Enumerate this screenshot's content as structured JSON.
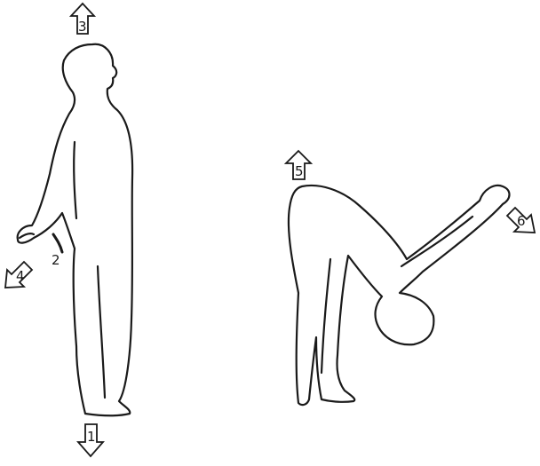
{
  "figure": {
    "colors": {
      "ink": "#1a1a1a",
      "background": "#ffffff"
    },
    "standing_figure": {
      "markers": [
        {
          "number": "3",
          "direction": "up"
        },
        {
          "number": "2",
          "direction": "down-curve"
        },
        {
          "number": "4",
          "direction": "down-left"
        },
        {
          "number": "1",
          "direction": "down"
        }
      ]
    },
    "bending_figure": {
      "markers": [
        {
          "number": "5",
          "direction": "up"
        },
        {
          "number": "6",
          "direction": "down-right"
        }
      ]
    }
  }
}
